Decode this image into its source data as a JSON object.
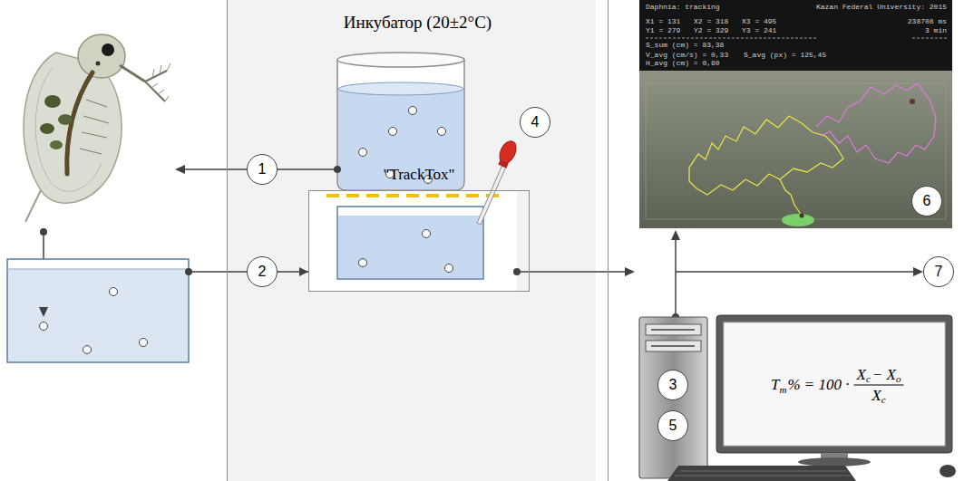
{
  "diagram": {
    "nodes": [
      {
        "text": [
          "Инкубатор (20±2°C)"
        ]
      },
      {
        "text": [
          "1"
        ],
        "in": 0
      },
      {
        "text": [
          "4"
        ],
        "in": 0
      },
      {
        "text": [
          "\"TrackTox\""
        ],
        "in": 0
      },
      {
        "text": [
          "2"
        ],
        "in": 0
      },
      {
        "text": [
          "6"
        ]
      },
      {
        "text": [
          "7"
        ]
      },
      {
        "text": [
          "3"
        ]
      },
      {
        "text": [
          "5"
        ]
      }
    ],
    "edges": [
      {
        "from": 4,
        "to": 3,
        "arrow": "to"
      }
    ],
    "labels": [
      "Daphnia: tracking",
      "Kazan Federal University: 2015",
      "X1 = 131",
      "X2 = 318",
      "X3 = 495",
      "238708 ms",
      "Y1 = 279",
      "Y2 = 329",
      "Y3 = 241",
      "3 min",
      "S_sum (cm) = 83,38",
      "V_avg (cm/s) = 0,33",
      "S_avg (px) = 125,45",
      "H_avg (cm) = 0,80",
      "T",
      "т",
      "% = 100 ·",
      "X",
      "c",
      "− X",
      "o",
      "X",
      "c"
    ]
  }
}
